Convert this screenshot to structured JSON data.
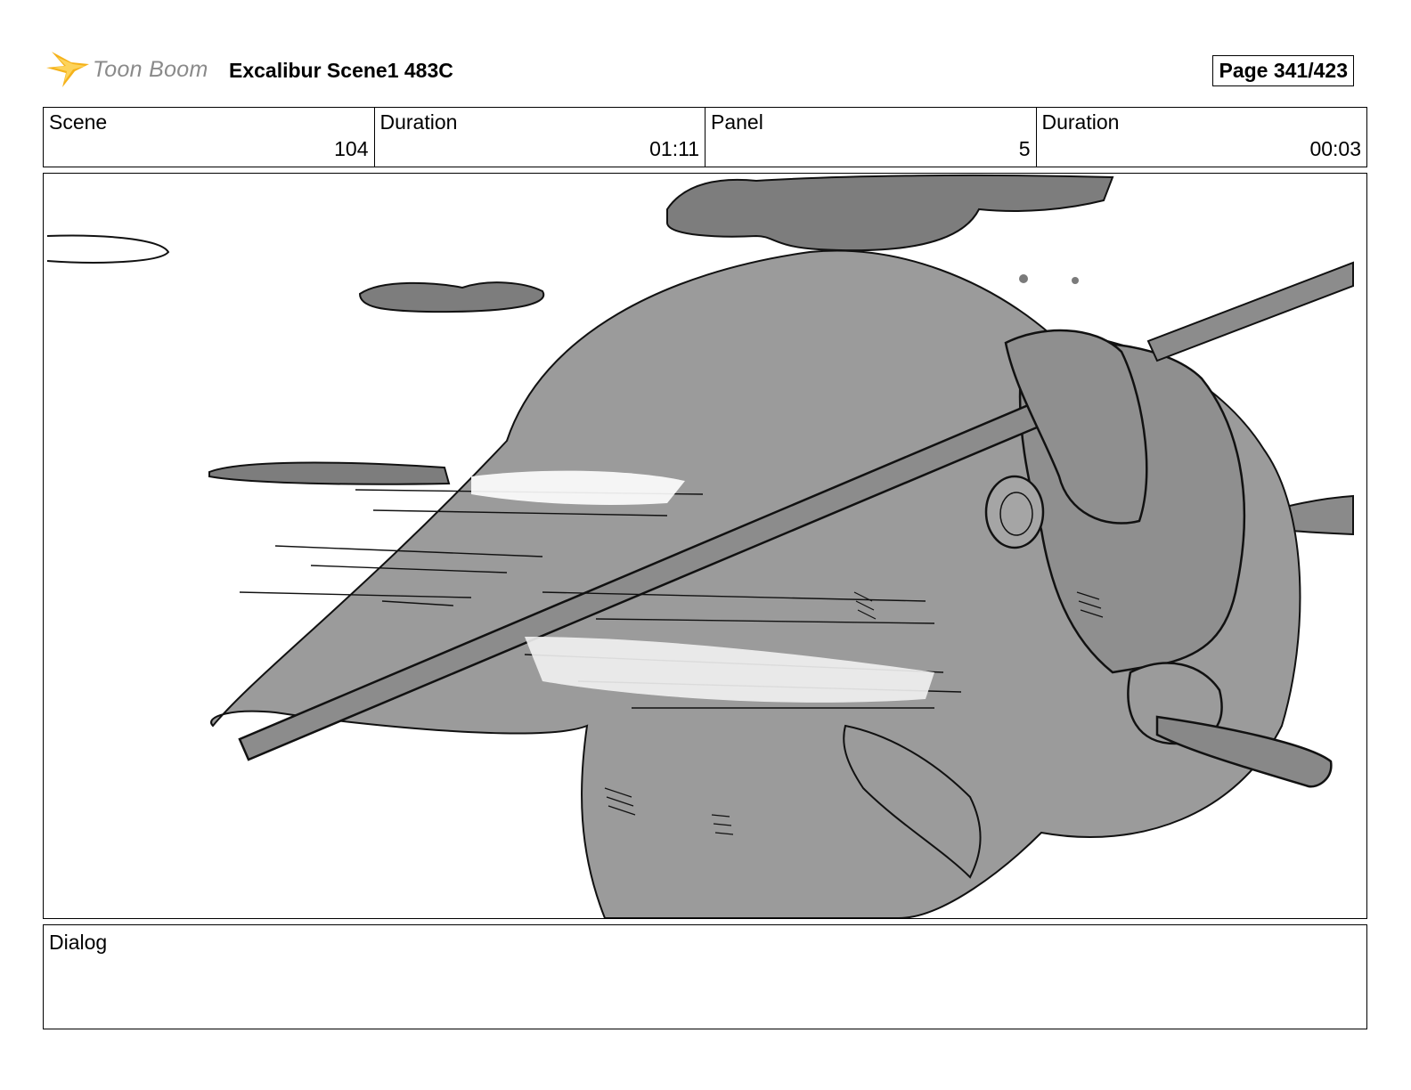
{
  "header": {
    "logo_text": "Toon Boom",
    "title": "Excalibur Scene1 483C",
    "page": "Page 341/423"
  },
  "info": {
    "scene_label": "Scene",
    "scene_value": "104",
    "scene_duration_label": "Duration",
    "scene_duration_value": "01:11",
    "panel_label": "Panel",
    "panel_value": "5",
    "panel_duration_label": "Duration",
    "panel_duration_value": "00:03"
  },
  "dialog": {
    "label": "Dialog",
    "text": ""
  },
  "colors": {
    "logo_star": "#f5b21a",
    "sketch_fill": "#9b9b9b",
    "sketch_dark": "#7a7a7a",
    "line": "#111111"
  }
}
